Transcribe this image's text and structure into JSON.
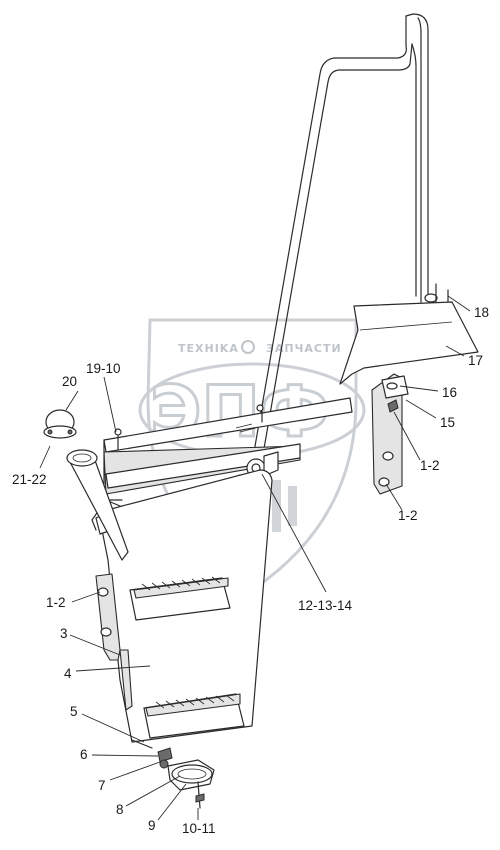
{
  "watermark": {
    "brand_left": "TEXHIKA",
    "brand_right": "ЗАПЧАСТИ",
    "big_text": "ЭПФ"
  },
  "labels": {
    "l20": "20",
    "l21_22": "21-22",
    "l19_10": "19-10",
    "l18": "18",
    "l17": "17",
    "l16": "16",
    "l15": "15",
    "l1_2_right_upper": "1-2",
    "l1_2_right_lower": "1-2",
    "l12_13_14": "12-13-14",
    "l1_2_left": "1-2",
    "l3": "3",
    "l4": "4",
    "l5": "5",
    "l6": "6",
    "l7": "7",
    "l8": "8",
    "l9": "9",
    "l10_11": "10-11"
  }
}
